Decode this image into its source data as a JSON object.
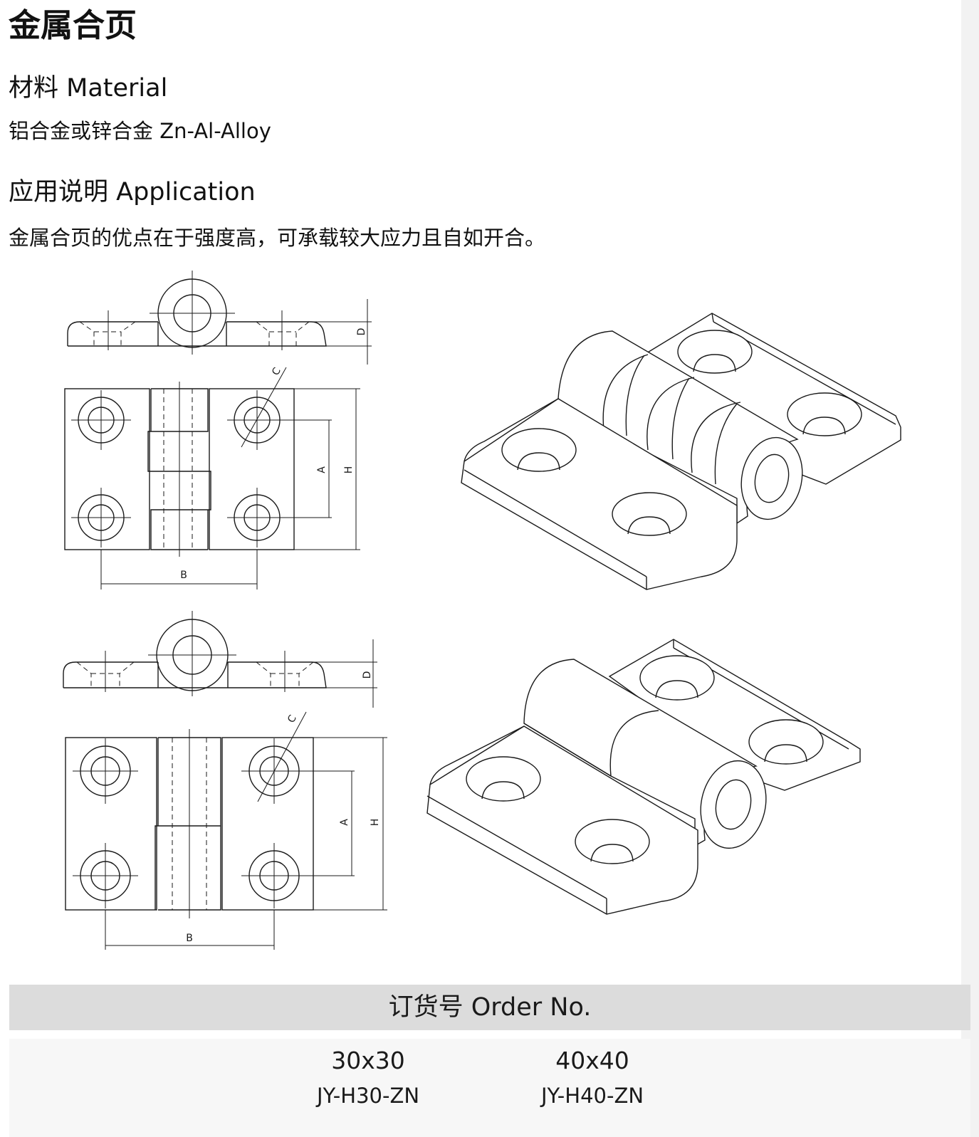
{
  "title": "金属合页",
  "material": {
    "heading": "材料 Material",
    "text": "铝合金或锌合金 Zn-Al-Alloy"
  },
  "application": {
    "heading": "应用说明 Application",
    "text": "金属合页的优点在于强度高，可承载较大应力且自如开合。"
  },
  "drawing_labels": {
    "A": "A",
    "B": "B",
    "C": "C",
    "D": "D",
    "H": "H"
  },
  "order": {
    "heading": "订货号 Order No.",
    "columns": [
      {
        "size": "30x30",
        "code": "JY-H30-ZN"
      },
      {
        "size": "40x40",
        "code": "JY-H40-ZN"
      }
    ]
  }
}
